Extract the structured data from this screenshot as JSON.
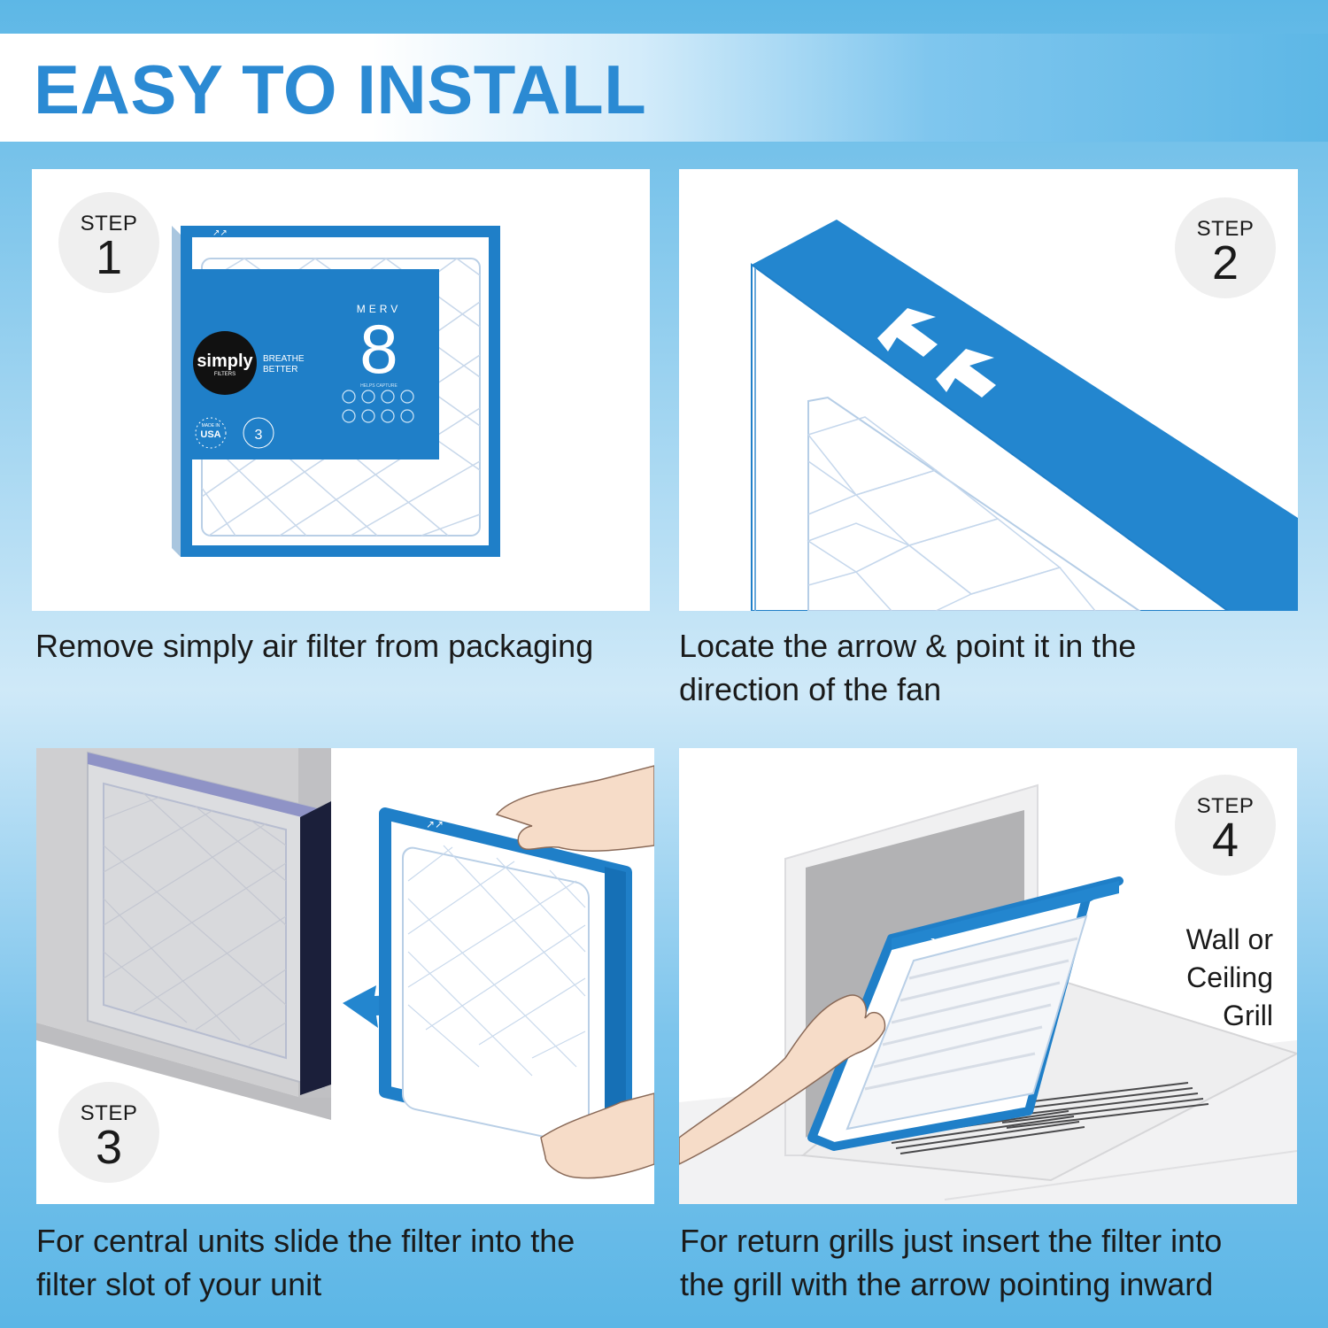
{
  "header": {
    "title": "EASY TO INSTALL"
  },
  "steps": [
    {
      "word": "STEP",
      "number": "1",
      "caption_lines": [
        "Remove simply air filter from packaging"
      ]
    },
    {
      "word": "STEP",
      "number": "2",
      "caption_lines": [
        "Locate the arrow & point it in the",
        "direction of the fan"
      ]
    },
    {
      "word": "STEP",
      "number": "3",
      "caption_lines": [
        "For central units slide the filter into the",
        "filter slot of your unit"
      ]
    },
    {
      "word": "STEP",
      "number": "4",
      "caption_lines": [
        "For return grills just insert the filter into",
        "the grill with the arrow pointing inward"
      ]
    }
  ],
  "package": {
    "brand": "simply",
    "brand_sub": "FILTERS",
    "tagline_1": "BREATHE",
    "tagline_2": "BETTER",
    "merv_label": "MERV",
    "merv_value": "8",
    "helps_capture": "HELPS CAPTURE",
    "made_in": "MADE IN",
    "usa": "USA",
    "change_every": "3"
  },
  "grill_label_lines": [
    "Wall or",
    "Ceiling",
    "Grill"
  ],
  "colors": {
    "accent_blue": "#2b8ad3",
    "frame_blue": "#1f7fc8",
    "dark_navy": "#1b1f3a"
  }
}
